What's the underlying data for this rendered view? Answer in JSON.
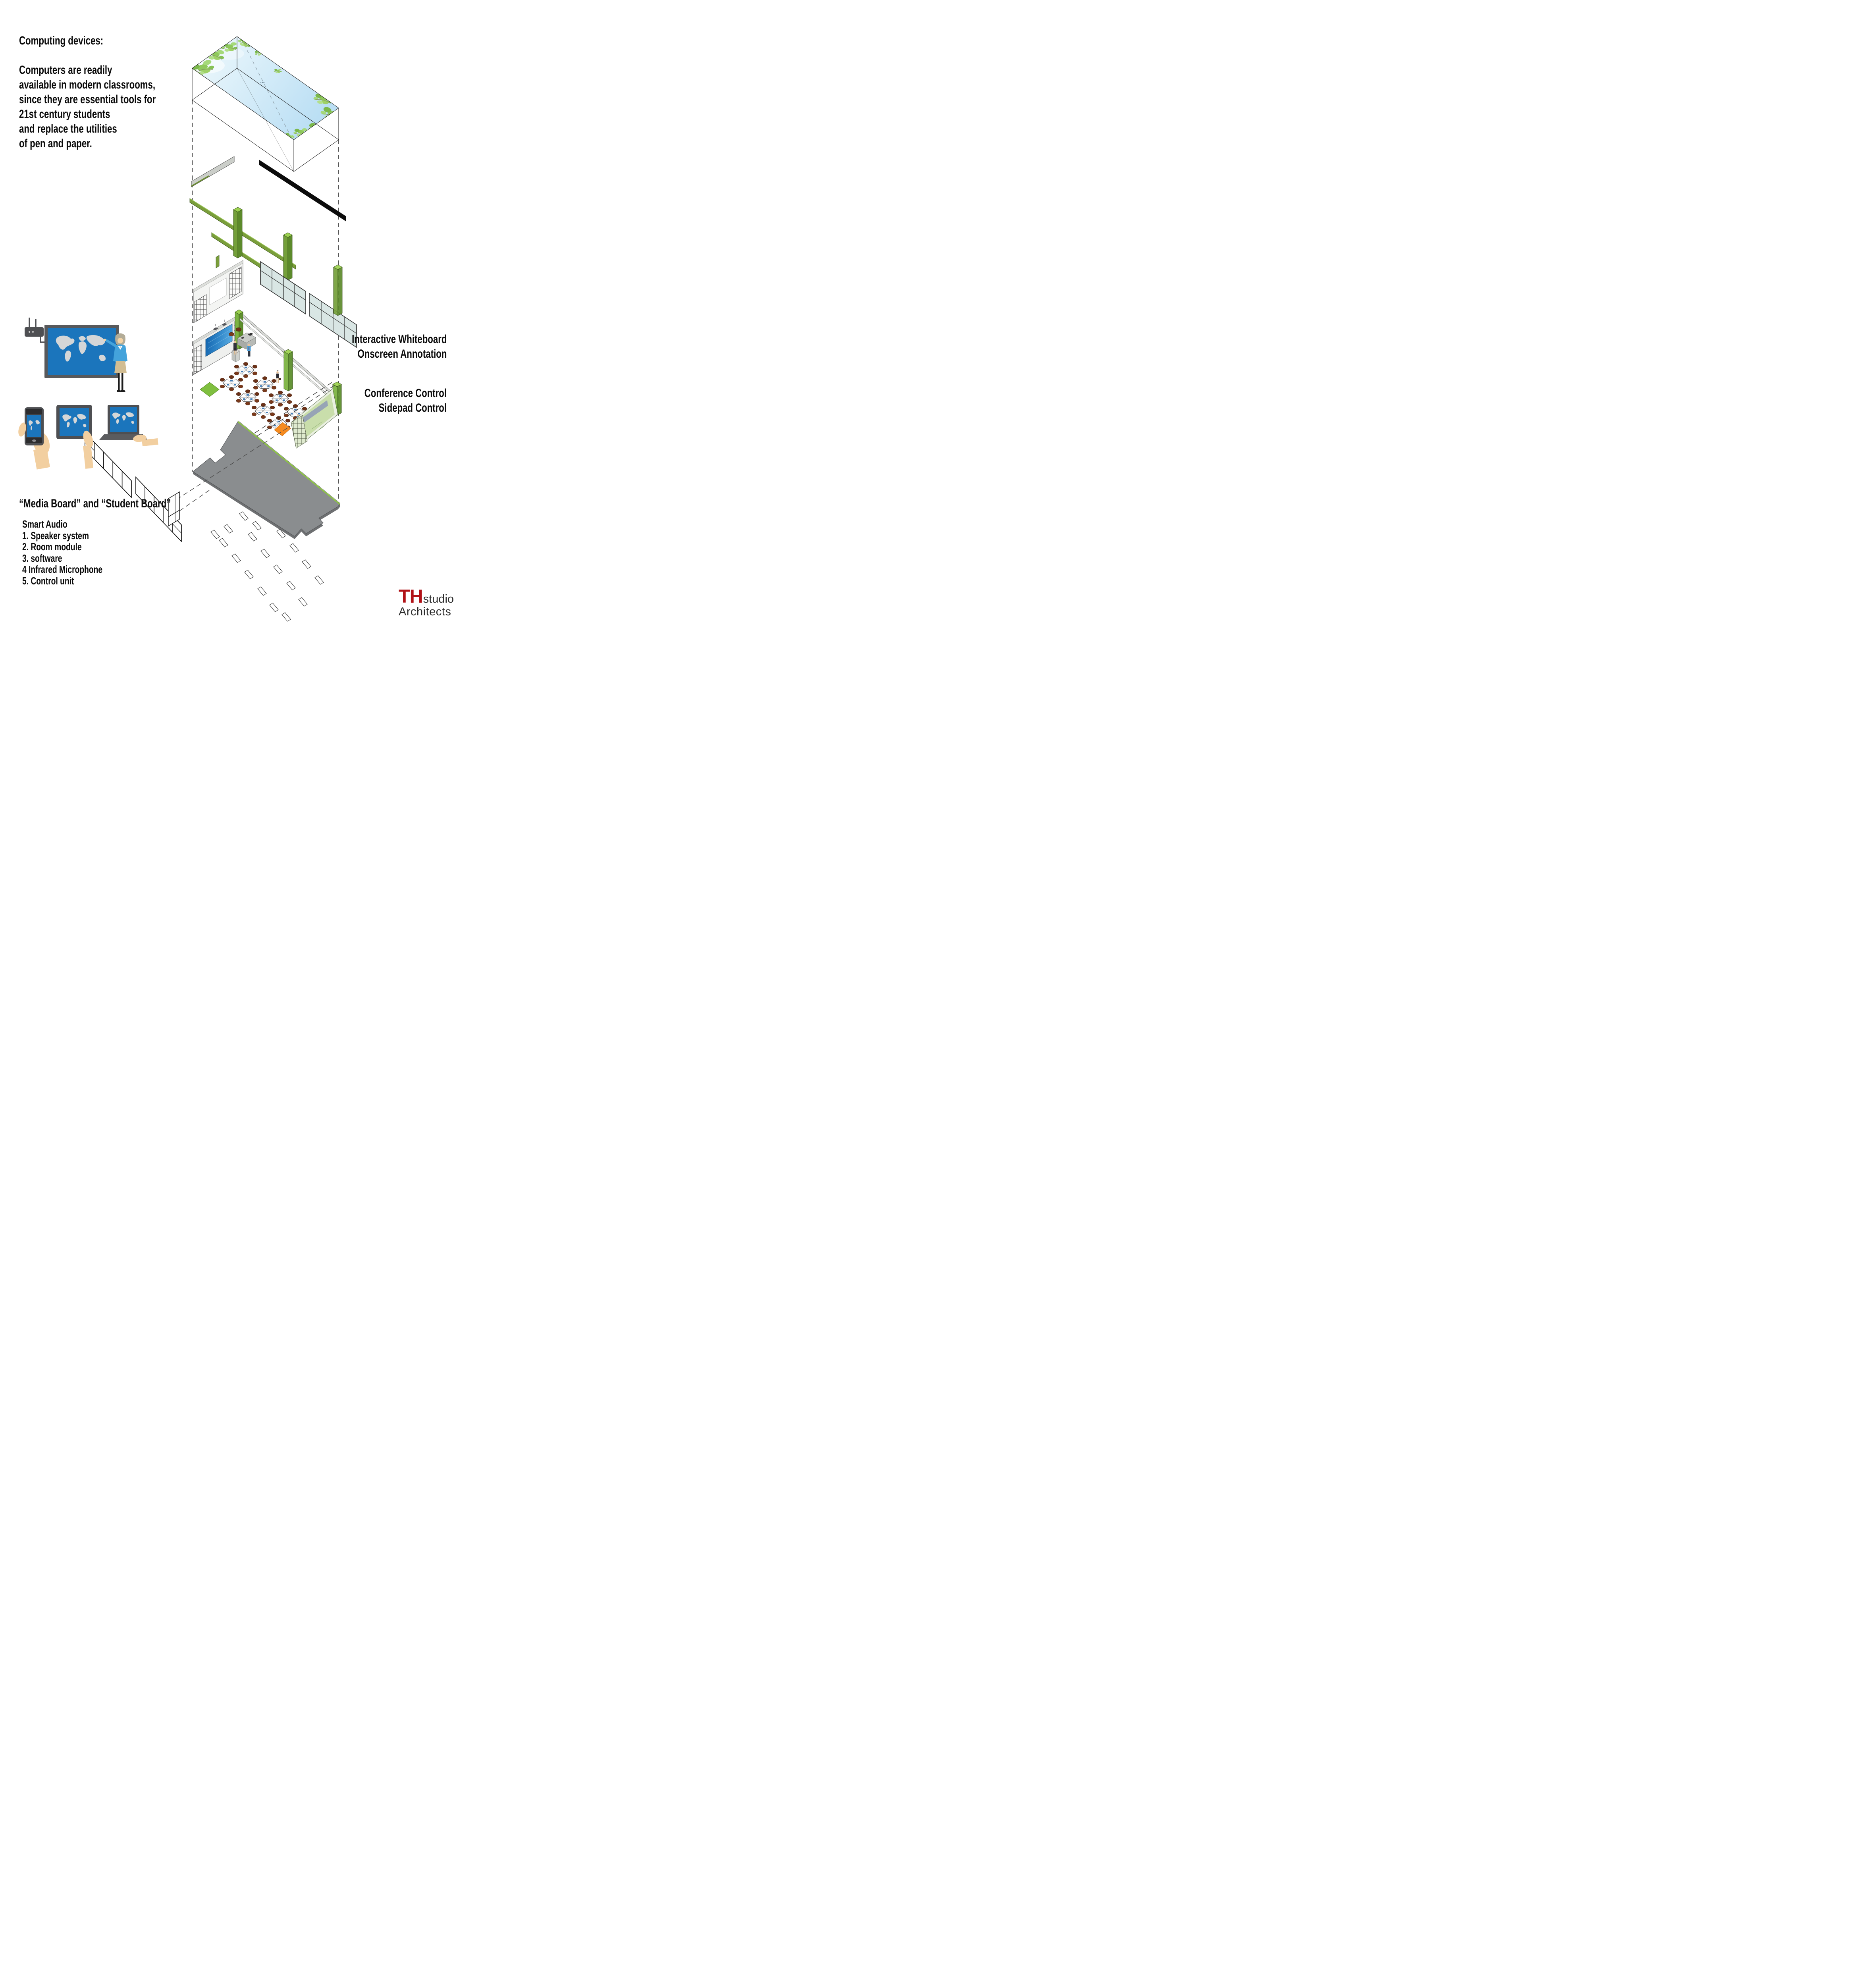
{
  "intro": {
    "title": "Computing devices:",
    "body": "Computers are readily\navailable in modern classrooms,\nsince they are essential tools for\n21st century students\nand replace the utilities\nof pen and paper."
  },
  "labels": {
    "whiteboard": "Interactive Whiteboard\nOnscreen Annotation",
    "conference": "Conference Control\nSidepad Control",
    "boards": "“Media Board” and “Student Board”"
  },
  "smart_audio": {
    "title": "Smart Audio",
    "items": [
      "1. Speaker system",
      "2. Room module",
      "3. software",
      "4 Infrared Microphone",
      "5. Control unit"
    ]
  },
  "logo": {
    "prefix": "TH",
    "studio": "studio",
    "line2": "Architects"
  },
  "colors": {
    "logo_red": "#B11217",
    "accent_green": "#8CC63F",
    "olive_green": "#7A9E3B",
    "column_green": "#74A03A",
    "black_panel": "#0B0B0B",
    "floor_slab_gray": "#8A8D8F",
    "orange_pad": "#F68B1F",
    "green_pad": "#7FBF3F",
    "screen_blue": "#1B75BC",
    "glass_blue": "#D9E6E4",
    "sky_blue": "#C6E4F6",
    "chair_brown": "#7A3A1C",
    "jacket_blue": "#44A3DB",
    "skirt_tan": "#D2BD92",
    "skin": "#F2CFA0"
  },
  "icons": {
    "router": "wifi-router-icon",
    "board": "interactive-whiteboard-illustration",
    "phone": "smartphone-icon",
    "tablet": "tablet-icon",
    "laptop": "laptop-icon"
  }
}
